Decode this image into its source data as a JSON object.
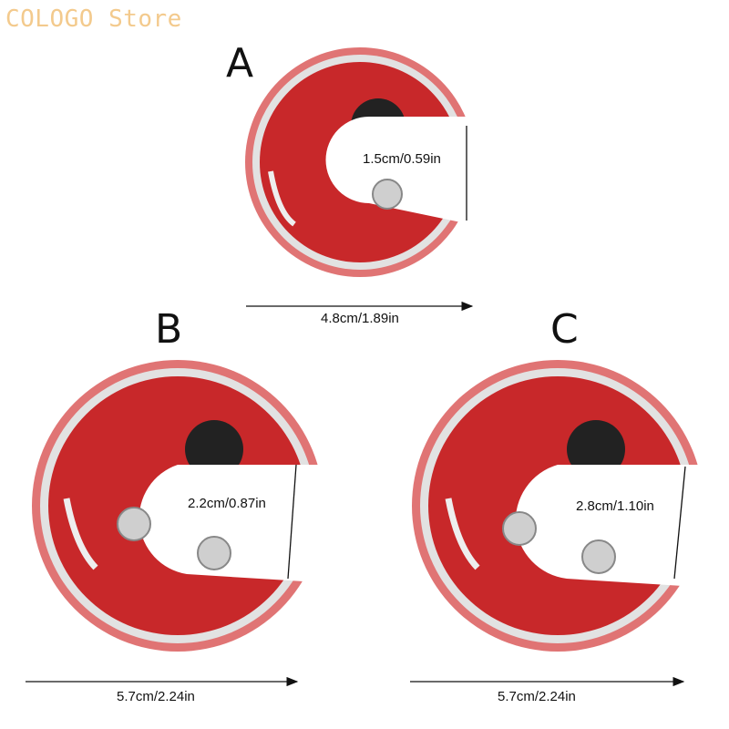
{
  "watermark": "COLOGO Store",
  "colors": {
    "body_red": "#c8282a",
    "rim_red": "#e06a6a",
    "edge_silver": "#d9d9d9",
    "wheel_dark": "#222222"
  },
  "variants": [
    {
      "label": "A",
      "gap_label": "1.5cm/0.59in",
      "width_label": "4.8cm/1.89in"
    },
    {
      "label": "B",
      "gap_label": "2.2cm/0.87in",
      "width_label": "5.7cm/2.24in"
    },
    {
      "label": "C",
      "gap_label": "2.8cm/1.10in",
      "width_label": "5.7cm/2.24in"
    }
  ]
}
